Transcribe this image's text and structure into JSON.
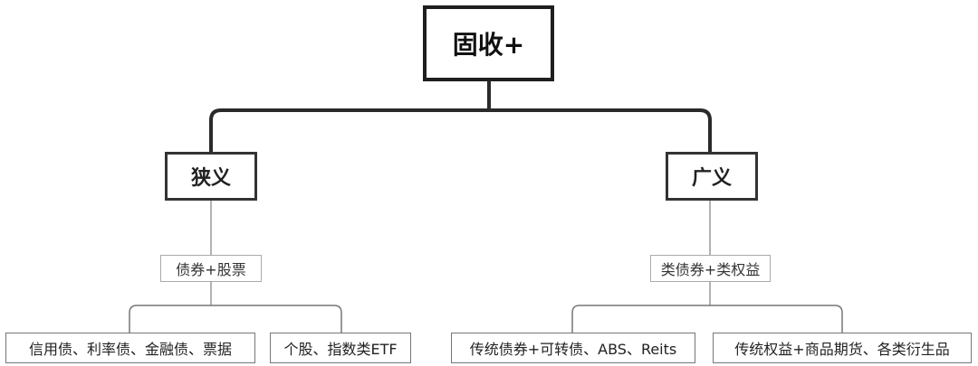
{
  "diagram": {
    "root": "固收+",
    "left": {
      "title": "狭义",
      "label": "债券+股票",
      "leaves": [
        "信用债、利率债、金融债、票据",
        "个股、指数类ETF"
      ]
    },
    "right": {
      "title": "广义",
      "label": "类债券+类权益",
      "leaves": [
        "传统债券+可转债、ABS、Reits",
        "传统权益+商品期货、各类衍生品"
      ]
    }
  }
}
